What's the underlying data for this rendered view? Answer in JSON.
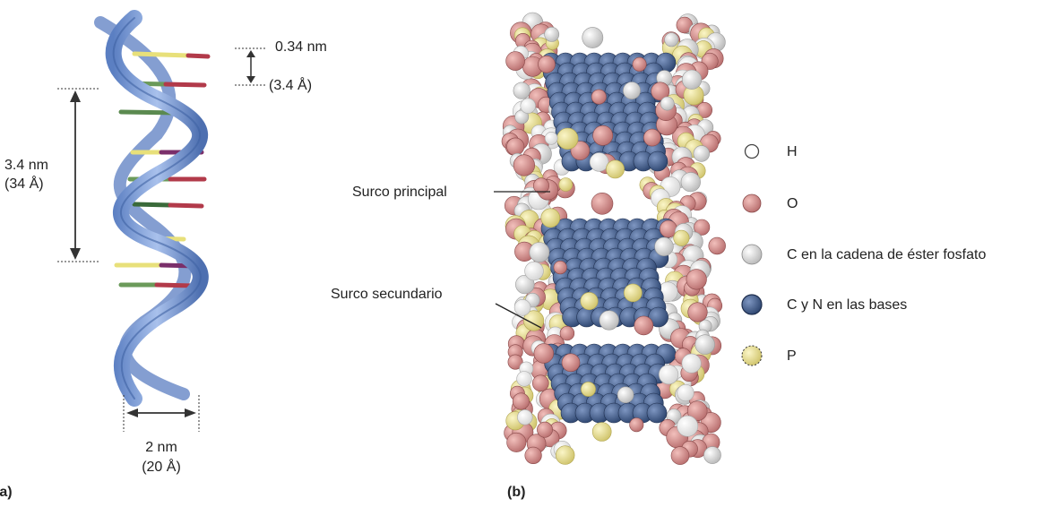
{
  "panel_a": {
    "label": "(a)",
    "rise_value": "0.34 nm",
    "rise_angstrom": "(3.4 Å)",
    "pitch_value": "3.4 nm",
    "pitch_angstrom": "(34 Å)",
    "diameter_value": "2 nm",
    "diameter_angstrom": "(20 Å)",
    "colors": {
      "backbone": "#7f9fd6",
      "backbone_dark": "#4f72b5"
    }
  },
  "panel_b": {
    "label": "(b)",
    "groove_major": "Surco principal",
    "groove_minor": "Surco secundario",
    "legend": [
      {
        "symbol": "white-atom-icon",
        "label": "H",
        "color": "#ffffff"
      },
      {
        "symbol": "pink-atom-icon",
        "label": "O",
        "color": "#d98a8a"
      },
      {
        "symbol": "lightgray-atom-icon",
        "label": "C en la cadena de éster fosfato",
        "color": "#dcdcdc"
      },
      {
        "symbol": "blue-atom-icon",
        "label": "C y N en las bases",
        "color": "#4a6694"
      },
      {
        "symbol": "yellow-atom-icon",
        "label": "P",
        "color": "#efe7a0"
      }
    ]
  }
}
